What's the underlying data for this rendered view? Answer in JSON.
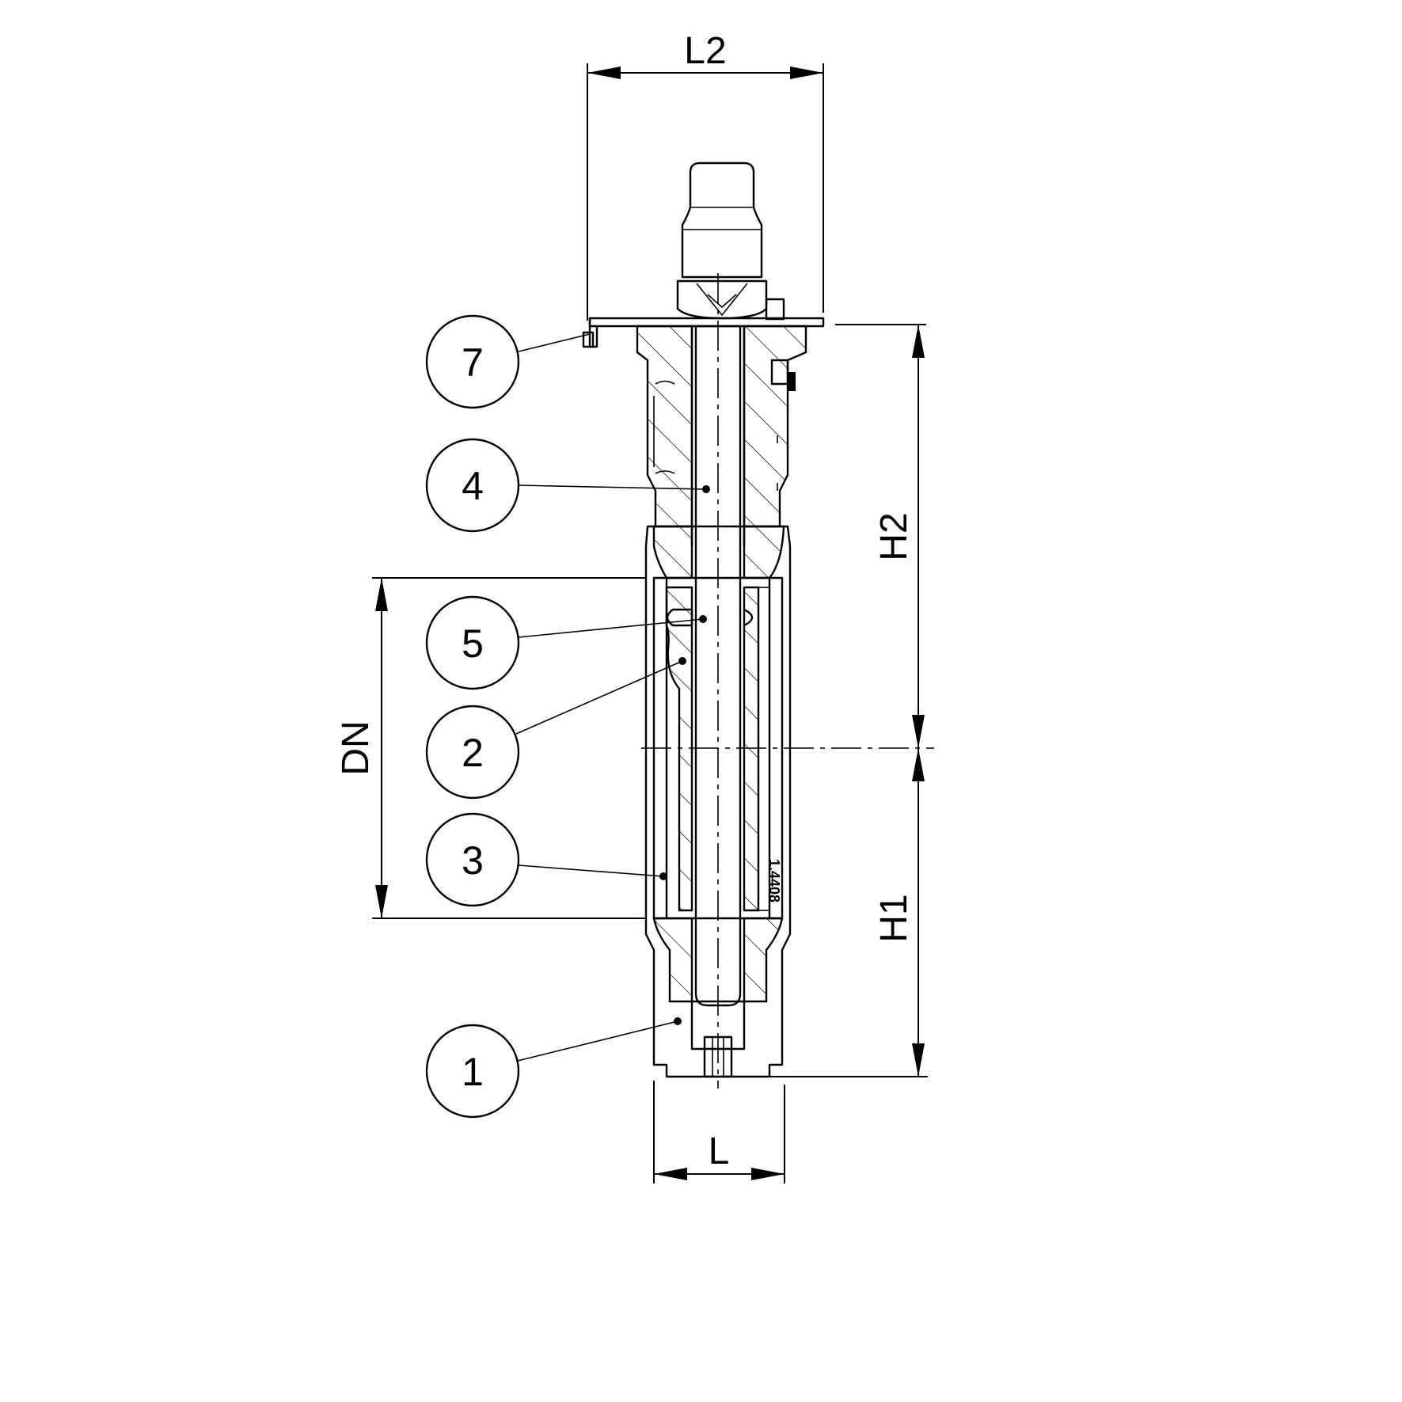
{
  "dimensions": {
    "top_width": "L2",
    "face_length": "L",
    "nominal_diameter": "DN",
    "upper_height": "H2",
    "lower_height": "H1"
  },
  "balloons": [
    "7",
    "4",
    "5",
    "2",
    "3",
    "1"
  ],
  "body_marking": "1.4408"
}
